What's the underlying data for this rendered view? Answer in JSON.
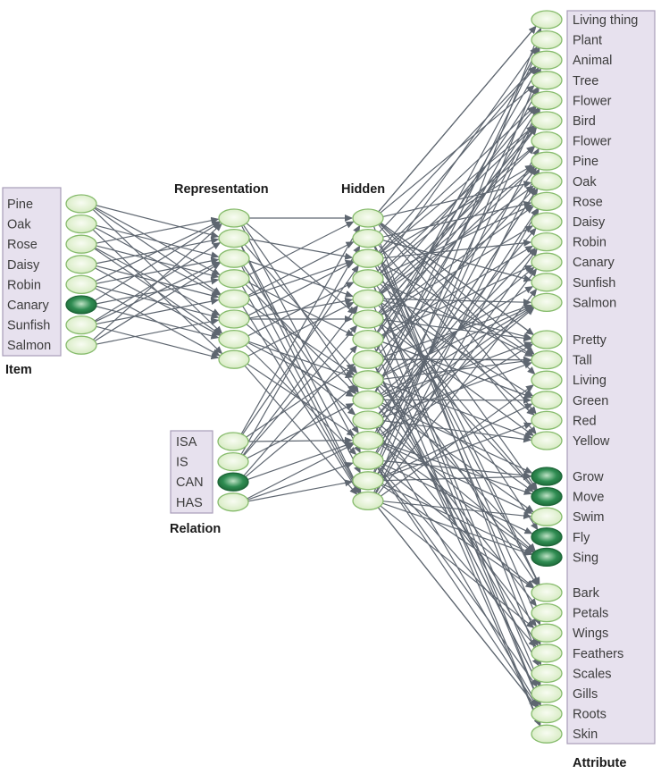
{
  "headers": {
    "representation": "Representation",
    "hidden": "Hidden",
    "item": "Item",
    "relation": "Relation",
    "attribute": "Attribute"
  },
  "items": [
    "Pine",
    "Oak",
    "Rose",
    "Daisy",
    "Robin",
    "Canary",
    "Sunfish",
    "Salmon"
  ],
  "relations": [
    "ISA",
    "IS",
    "CAN",
    "HAS"
  ],
  "attribute_groups": [
    [
      "Living thing",
      "Plant",
      "Animal",
      "Tree",
      "Flower",
      "Bird",
      "Flower",
      "Pine",
      "Oak",
      "Rose",
      "Daisy",
      "Robin",
      "Canary",
      "Sunfish",
      "Salmon"
    ],
    [
      "Pretty",
      "Tall",
      "Living",
      "Green",
      "Red",
      "Yellow"
    ],
    [
      "Grow",
      "Move",
      "Swim",
      "Fly",
      "Sing"
    ],
    [
      "Bark",
      "Petals",
      "Wings",
      "Feathers",
      "Scales",
      "Gills",
      "Roots",
      "Skin"
    ]
  ],
  "active": {
    "items": [
      "Canary"
    ],
    "relations": [
      "CAN"
    ],
    "attributes": [
      "Grow",
      "Move",
      "Fly",
      "Sing"
    ]
  },
  "representation_unit_count": 8,
  "hidden_unit_count": 15,
  "colors": {
    "unit_fill": "#eaf5da",
    "unit_stroke": "#86bb6c",
    "active_fill": "#2f8c52",
    "active_stroke": "#1d6638",
    "label_box_fill": "#e7e1ee",
    "label_box_stroke": "#a89cb8",
    "connection": "#5e6670"
  }
}
